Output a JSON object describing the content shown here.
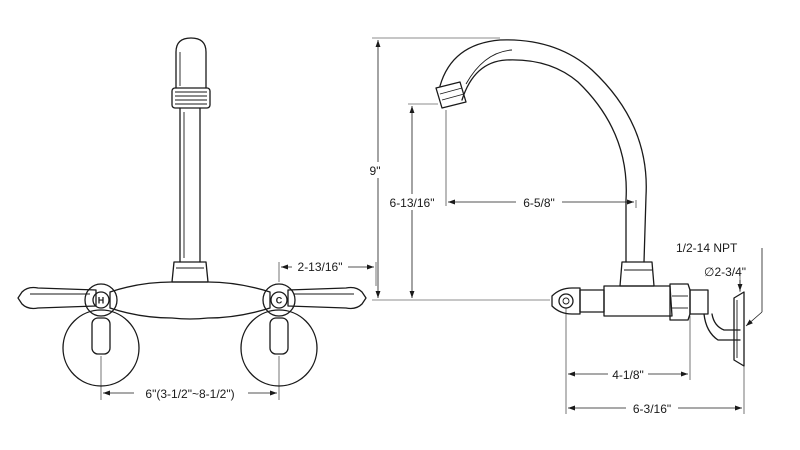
{
  "dimensions": {
    "handle_spacing": "6\"(3-1/2\"~8-1/2\")",
    "handle_offset": "2-13/16\"",
    "total_height": "9\"",
    "spout_height": "6-13/16\"",
    "spout_reach": "6-5/8\"",
    "thread_size": "1/2-14 NPT",
    "flange_diameter": "∅2-3/4\"",
    "valve_depth": "4-1/8\"",
    "overall_depth": "6-3/16\""
  },
  "handle_caps": {
    "hot": "H",
    "cold": "C"
  },
  "colors": {
    "line": "#1a1a1a",
    "background": "#ffffff"
  }
}
